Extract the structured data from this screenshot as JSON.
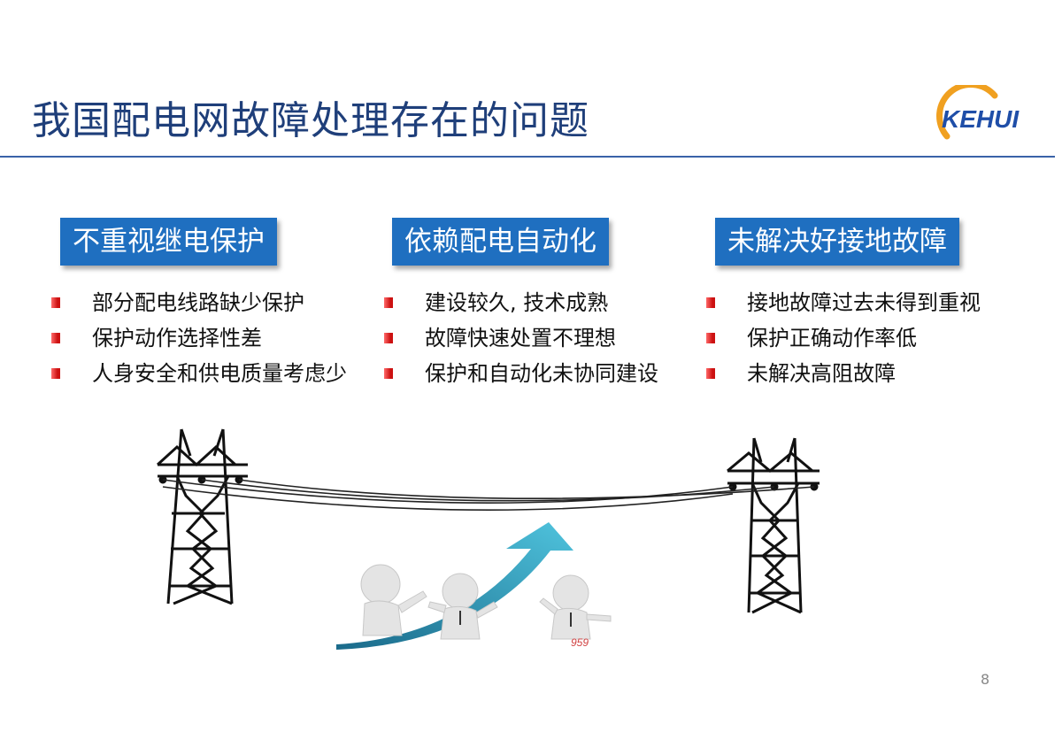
{
  "slide": {
    "title": "我国配电网故障处理存在的问题",
    "logo_text": "KEHUI",
    "page_number": "8",
    "colors": {
      "title": "#1f3f7a",
      "rule": "#3a63a8",
      "header_bg": "#1f6fc0",
      "bullet": "#cc1111",
      "logo_blue": "#1f4ea8",
      "logo_orange": "#f0a020",
      "arrow": "#2a8fb0"
    }
  },
  "columns": [
    {
      "header": "不重视继电保护",
      "items": [
        "部分配电线路缺少保护",
        "保护动作选择性差",
        "人身安全和供电质量考虑少"
      ]
    },
    {
      "header": "依赖配电自动化",
      "items": [
        "建设较久, 技术成熟",
        "故障快速处置不理想",
        "保护和自动化未协同建设"
      ]
    },
    {
      "header": "未解决好接地故障",
      "items": [
        "接地故障过去未得到重视",
        "保护正确动作率低",
        "未解决高阻故障"
      ]
    }
  ],
  "illustration": {
    "icons": [
      "transmission-tower-icon",
      "growth-arrow-icon",
      "people-figures-icon"
    ],
    "watermark": "959"
  }
}
